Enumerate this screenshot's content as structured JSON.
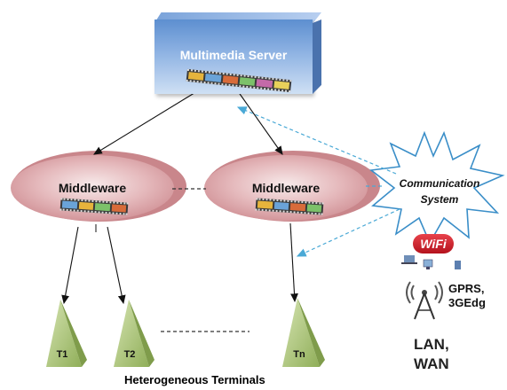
{
  "server": {
    "label": "Multimedia Server"
  },
  "middleware": [
    {
      "label": "Middleware"
    },
    {
      "label": "Middleware"
    }
  ],
  "terminals": [
    {
      "label": "T1"
    },
    {
      "label": "T2"
    },
    {
      "label": "Tn"
    }
  ],
  "caption": "Heterogeneous Terminals",
  "communication": {
    "line1": "Communication",
    "line2": "System"
  },
  "networks": {
    "wifi": "WiFi",
    "gprs_line1": "GPRS,",
    "gprs_line2": "3GEdg",
    "lan_line1": "LAN,",
    "lan_line2": "WAN"
  },
  "colors": {
    "server": "#6b9ad6",
    "middleware": "#d9a2a6",
    "terminal": "#a9c27a",
    "dashed_link": "#4aa9d6",
    "starburst_stroke": "#3a8ec8"
  }
}
